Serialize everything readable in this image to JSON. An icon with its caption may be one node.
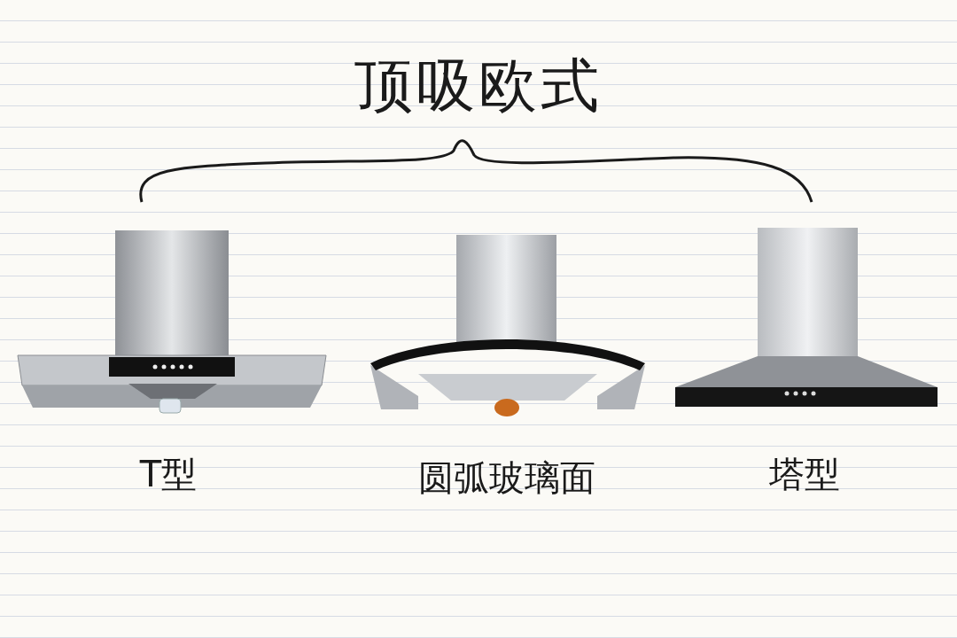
{
  "diagram": {
    "title": "顶吸欧式",
    "nodes": [
      {
        "text": [],
        "shape": "picture",
        "beside": [
          "T型"
        ]
      },
      {
        "text": [],
        "shape": "picture",
        "beside": [
          "圆弧玻璃面"
        ]
      },
      {
        "text": [],
        "shape": "picture",
        "beside": [
          "塔型"
        ]
      }
    ]
  }
}
